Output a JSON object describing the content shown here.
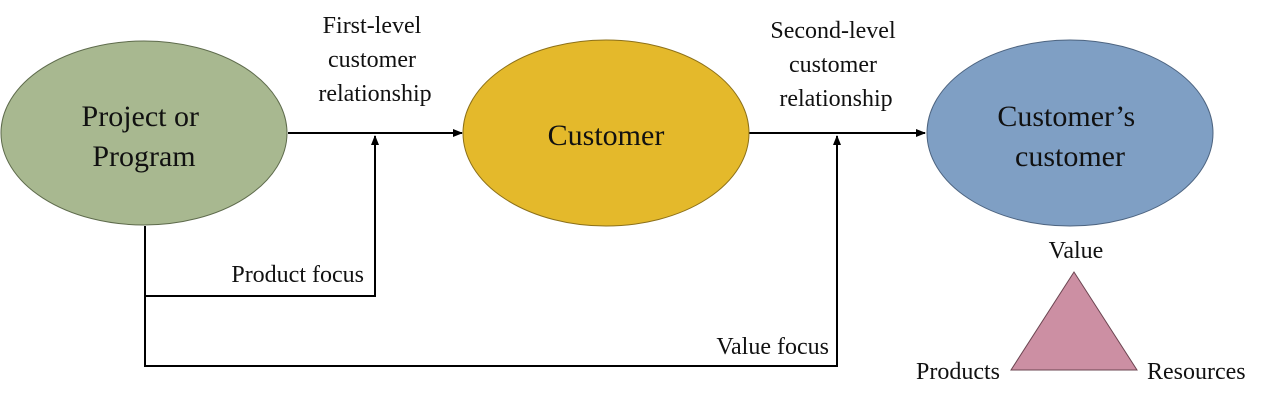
{
  "nodes": {
    "project": {
      "lines": [
        "Project or",
        "Program"
      ],
      "color": "#a8b890"
    },
    "customer": {
      "lines": [
        "Customer"
      ],
      "color": "#e4b92b"
    },
    "customers_customer": {
      "lines": [
        "Customer’s",
        "customer"
      ],
      "color": "#7f9fc4"
    }
  },
  "edges": {
    "first_level": {
      "lines": [
        "First-level",
        "customer",
        "relationship"
      ]
    },
    "second_level": {
      "lines": [
        "Second-level",
        "customer",
        "relationship"
      ]
    },
    "product_focus": {
      "label": "Product focus"
    },
    "value_focus": {
      "label": "Value focus"
    }
  },
  "triangle": {
    "color": "#cc8fa3",
    "top": "Value",
    "left": "Products",
    "right": "Resources"
  }
}
